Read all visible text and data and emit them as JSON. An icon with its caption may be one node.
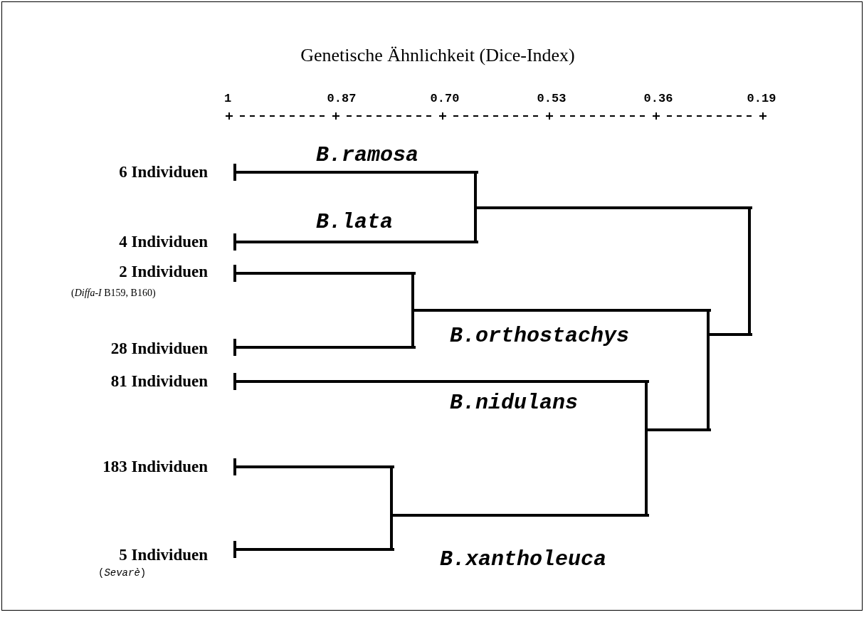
{
  "diagram": {
    "title": "Genetische Ähnlichkeit (Dice-Index)",
    "labels": [
      "1",
      "0.87",
      "0.70",
      "0.53",
      "0.36",
      "0.19",
      "6 Individuen",
      "4 Individuen",
      "2 Individuen",
      "(*Diffa-I* B159, B160)",
      "28 Individuen",
      "81 Individuen",
      "183 Individuen",
      "5 Individuen",
      "(*Sevarè*)",
      "B.ramosa",
      "B.lata",
      "B.orthostachys",
      "B.nidulans",
      "B.xantholeuca"
    ]
  }
}
